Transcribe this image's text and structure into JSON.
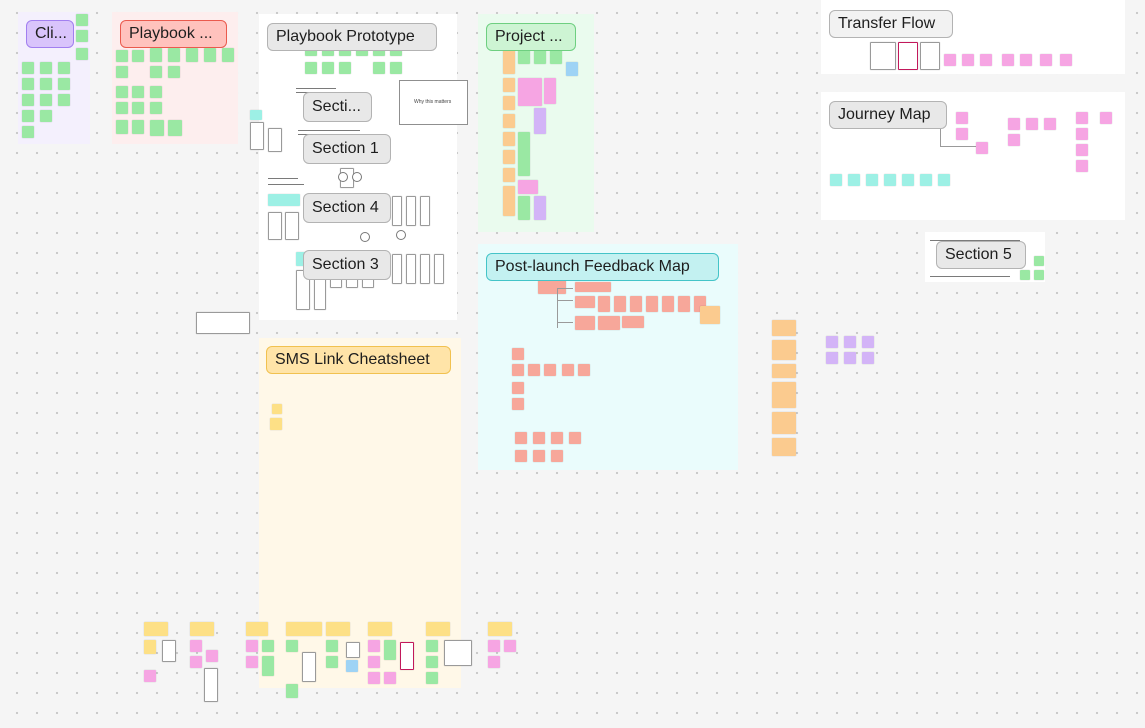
{
  "canvas": {
    "sections": {
      "clients": "Cli...",
      "playbook": "Playbook ...",
      "playbook_prototype": "Playbook Prototype",
      "project": "Project ...",
      "transfer_flow": "Transfer Flow",
      "journey_map": "Journey Map",
      "post_launch": "Post-launch Feedback Map",
      "sms_link": "SMS Link Cheatsheet",
      "section_5": "Section 5"
    },
    "subsections": {
      "secti": "Secti...",
      "section_1": "Section 1",
      "section_4": "Section 4",
      "section_3": "Section 3"
    },
    "frame_note": "Why this matters"
  },
  "colors": {
    "purple_section": "#f6f2fd",
    "red_section": "#fdeeee",
    "green_section": "#eafbee",
    "teal_section": "#eafcfc",
    "yellow_section": "#fff8e8",
    "white_section": "#ffffff"
  }
}
